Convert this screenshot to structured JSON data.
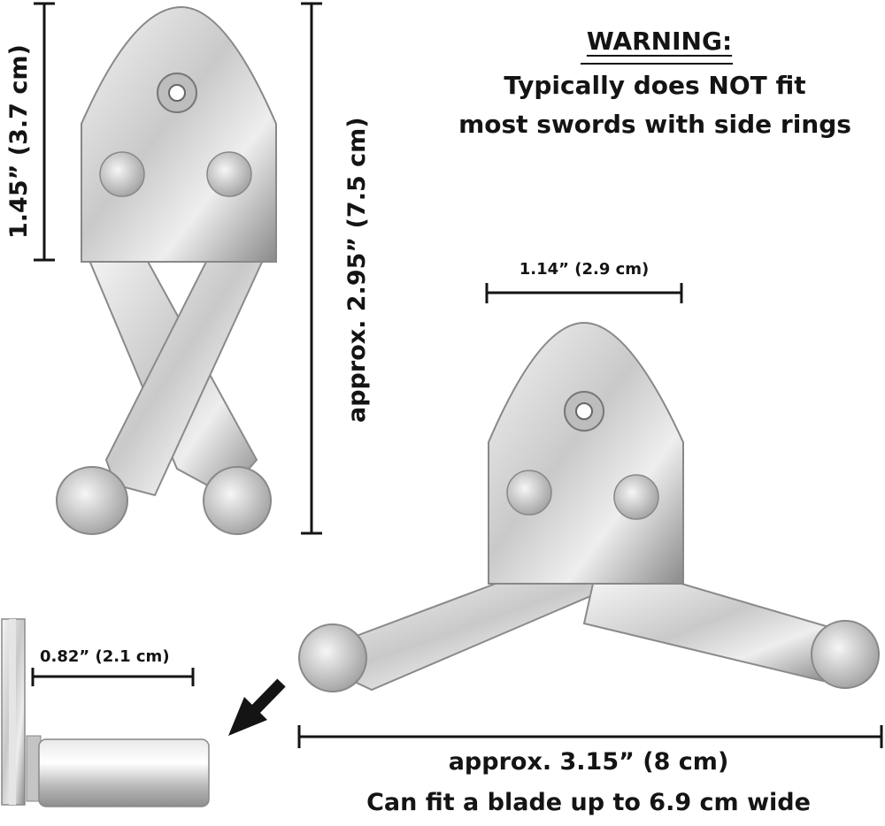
{
  "warning": {
    "title": "WARNING:",
    "line1": "Typically does NOT fit",
    "line2": "most swords with side rings"
  },
  "dimensions": {
    "head_height": "1.45” (3.7 cm)",
    "total_height": "approx. 2.95” (7.5 cm)",
    "head_width": "1.14” (2.9 cm)",
    "pin_length": "0.82” (2.1 cm)",
    "total_width": "approx. 3.15” (8 cm)"
  },
  "capacity": "Can fit a blade up to 6.9 cm wide",
  "colors": {
    "metal_light": "#f4f4f4",
    "metal_mid": "#c9c9c9",
    "metal_dark": "#8a8a8a",
    "ink": "#141414"
  },
  "icons": [
    "arrow-icon"
  ]
}
